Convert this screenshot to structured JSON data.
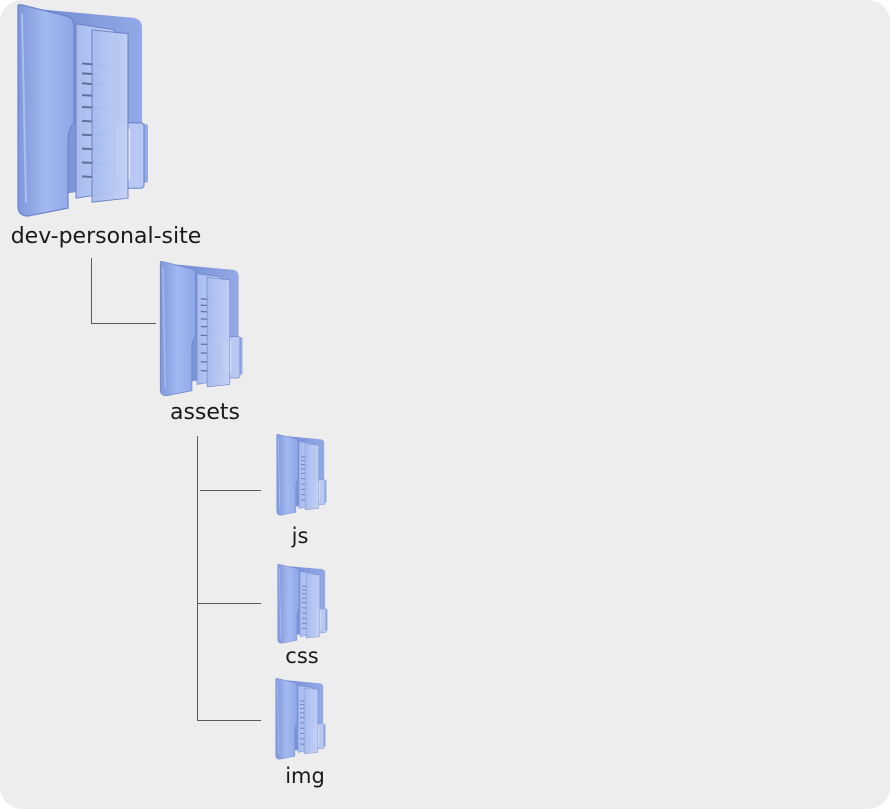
{
  "tree": {
    "root": {
      "label": "dev-personal-site",
      "icon": "folder-icon"
    },
    "assets": {
      "label": "assets",
      "icon": "folder-icon"
    },
    "children": [
      {
        "label": "js",
        "icon": "folder-icon"
      },
      {
        "label": "css",
        "icon": "folder-icon"
      },
      {
        "label": "img",
        "icon": "folder-icon"
      }
    ]
  },
  "colors": {
    "background": "#ededed",
    "folder_front": "#90a9e8",
    "folder_back": "#7f98dc",
    "connector": "#5a5a5a"
  }
}
